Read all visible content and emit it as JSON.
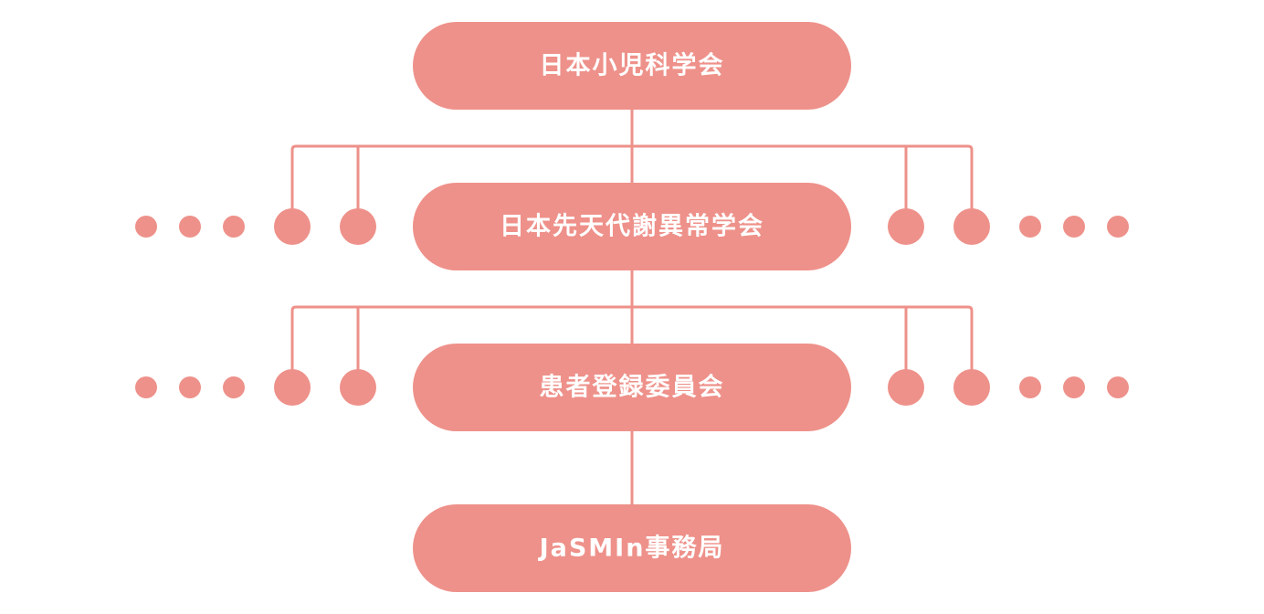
{
  "diagram": {
    "nodes": [
      {
        "id": "jps",
        "label": "日本小児科学会"
      },
      {
        "id": "jsimd",
        "label": "日本先天代謝異常学会"
      },
      {
        "id": "registry",
        "label": "患者登録委員会"
      },
      {
        "id": "jasmin",
        "label": "JaSMIn事務局"
      }
    ],
    "edges": [
      {
        "from": "jps",
        "to": "jsimd"
      },
      {
        "from": "jsimd",
        "to": "registry"
      },
      {
        "from": "registry",
        "to": "jasmin"
      }
    ],
    "colors": {
      "accent": "#ee918a",
      "label_text": "#ffffff",
      "background": "#ffffff"
    }
  }
}
